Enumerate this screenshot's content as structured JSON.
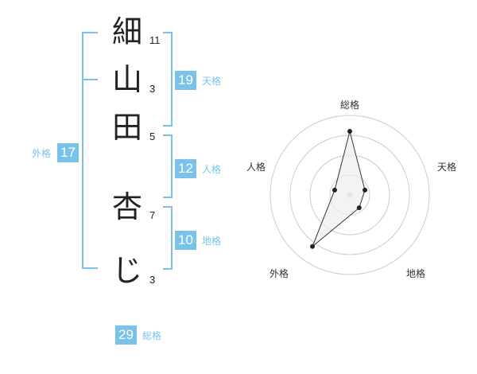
{
  "name_chars": [
    {
      "char": "細",
      "strokes": "11"
    },
    {
      "char": "山",
      "strokes": "3"
    },
    {
      "char": "田",
      "strokes": "5"
    },
    {
      "char": "杏",
      "strokes": "7"
    },
    {
      "char": "じ",
      "strokes": "3"
    }
  ],
  "scores": {
    "tenkaku": {
      "value": "19",
      "label": "天格"
    },
    "jinkaku": {
      "value": "12",
      "label": "人格"
    },
    "chikaku": {
      "value": "10",
      "label": "地格"
    },
    "gaikaku": {
      "value": "17",
      "label": "外格"
    },
    "soukaku": {
      "value": "29",
      "label": "総格"
    }
  },
  "chart_data": {
    "type": "radar",
    "axes": [
      "総格",
      "天格",
      "地格",
      "外格",
      "人格"
    ],
    "values": [
      4,
      1,
      1,
      4,
      1
    ],
    "max": 5,
    "rings": 4,
    "colors": {
      "fill": "#eeeeee",
      "stroke": "#333333",
      "grid": "#cccccc",
      "point": "#222222",
      "center": "#cccccc"
    }
  },
  "colors": {
    "accent": "#7ac2ea",
    "text": "#222222"
  }
}
